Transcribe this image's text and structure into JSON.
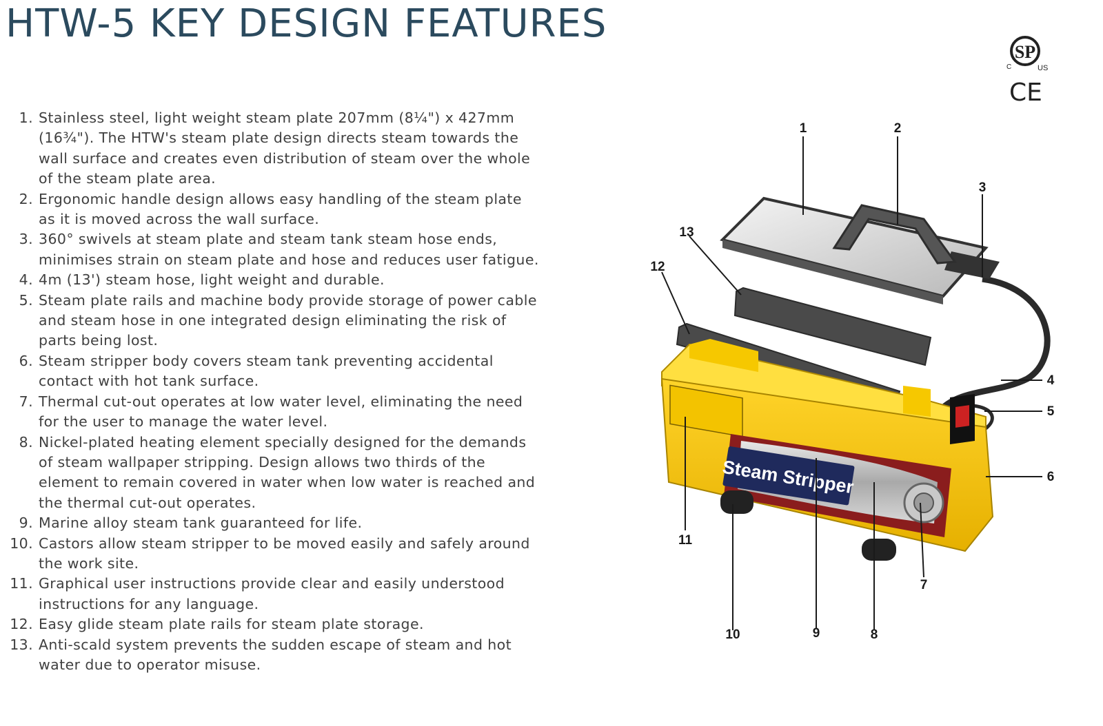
{
  "title": "HTW-5 KEY DESIGN FEATURES",
  "features": [
    {
      "num": "1.",
      "text": "Stainless steel, light weight steam plate 207mm (8¼\") x 427mm (16¾\"). The HTW's steam plate design directs steam towards the wall surface and creates even distribution of steam over the whole of the steam plate area."
    },
    {
      "num": "2.",
      "text": "Ergonomic handle design allows easy handling of the steam plate as it is moved across the wall surface."
    },
    {
      "num": "3.",
      "text": "360° swivels at steam plate and steam tank steam hose ends, minimises strain on steam plate and hose and reduces user fatigue."
    },
    {
      "num": "4.",
      "text": "4m (13') steam hose, light weight and durable."
    },
    {
      "num": "5.",
      "text": "Steam plate rails and machine body provide storage of power cable and steam hose in one integrated design eliminating the risk of parts being lost."
    },
    {
      "num": "6.",
      "text": "Steam stripper body covers steam tank preventing accidental contact with hot tank surface."
    },
    {
      "num": "7.",
      "text": "Thermal cut-out operates at low water level, eliminating the need for the user to manage the water level."
    },
    {
      "num": "8.",
      "text": "Nickel-plated heating element specially designed for the demands of steam wallpaper stripping. Design allows two thirds of the element to remain covered in water when low water is reached and the thermal cut-out operates."
    },
    {
      "num": "9.",
      "text": "Marine alloy steam tank guaranteed for life."
    },
    {
      "num": "10.",
      "text": "Castors allow steam stripper to be moved easily and safely around the work site."
    },
    {
      "num": "11.",
      "text": "Graphical user instructions provide clear and easily understood instructions for any language."
    },
    {
      "num": "12.",
      "text": "Easy glide steam plate rails for steam plate storage."
    },
    {
      "num": "13.",
      "text": "Anti-scald system prevents the sudden escape of steam and hot water due to operator misuse."
    }
  ],
  "illustration": {
    "product_label": "Steam Stripper",
    "callouts": [
      "1",
      "2",
      "3",
      "4",
      "5",
      "6",
      "7",
      "8",
      "9",
      "10",
      "11",
      "12",
      "13"
    ]
  },
  "certifications": {
    "csa_mark": "SP",
    "csa_left": "C",
    "csa_right": "US",
    "ce_mark": "CE"
  },
  "colors": {
    "title": "#2b4a5e",
    "body_text": "#404040",
    "machine_yellow": "#f2c200",
    "label_navy": "#1f2a5c"
  },
  "icons": [
    "csa-certification-icon",
    "ce-mark-icon"
  ]
}
